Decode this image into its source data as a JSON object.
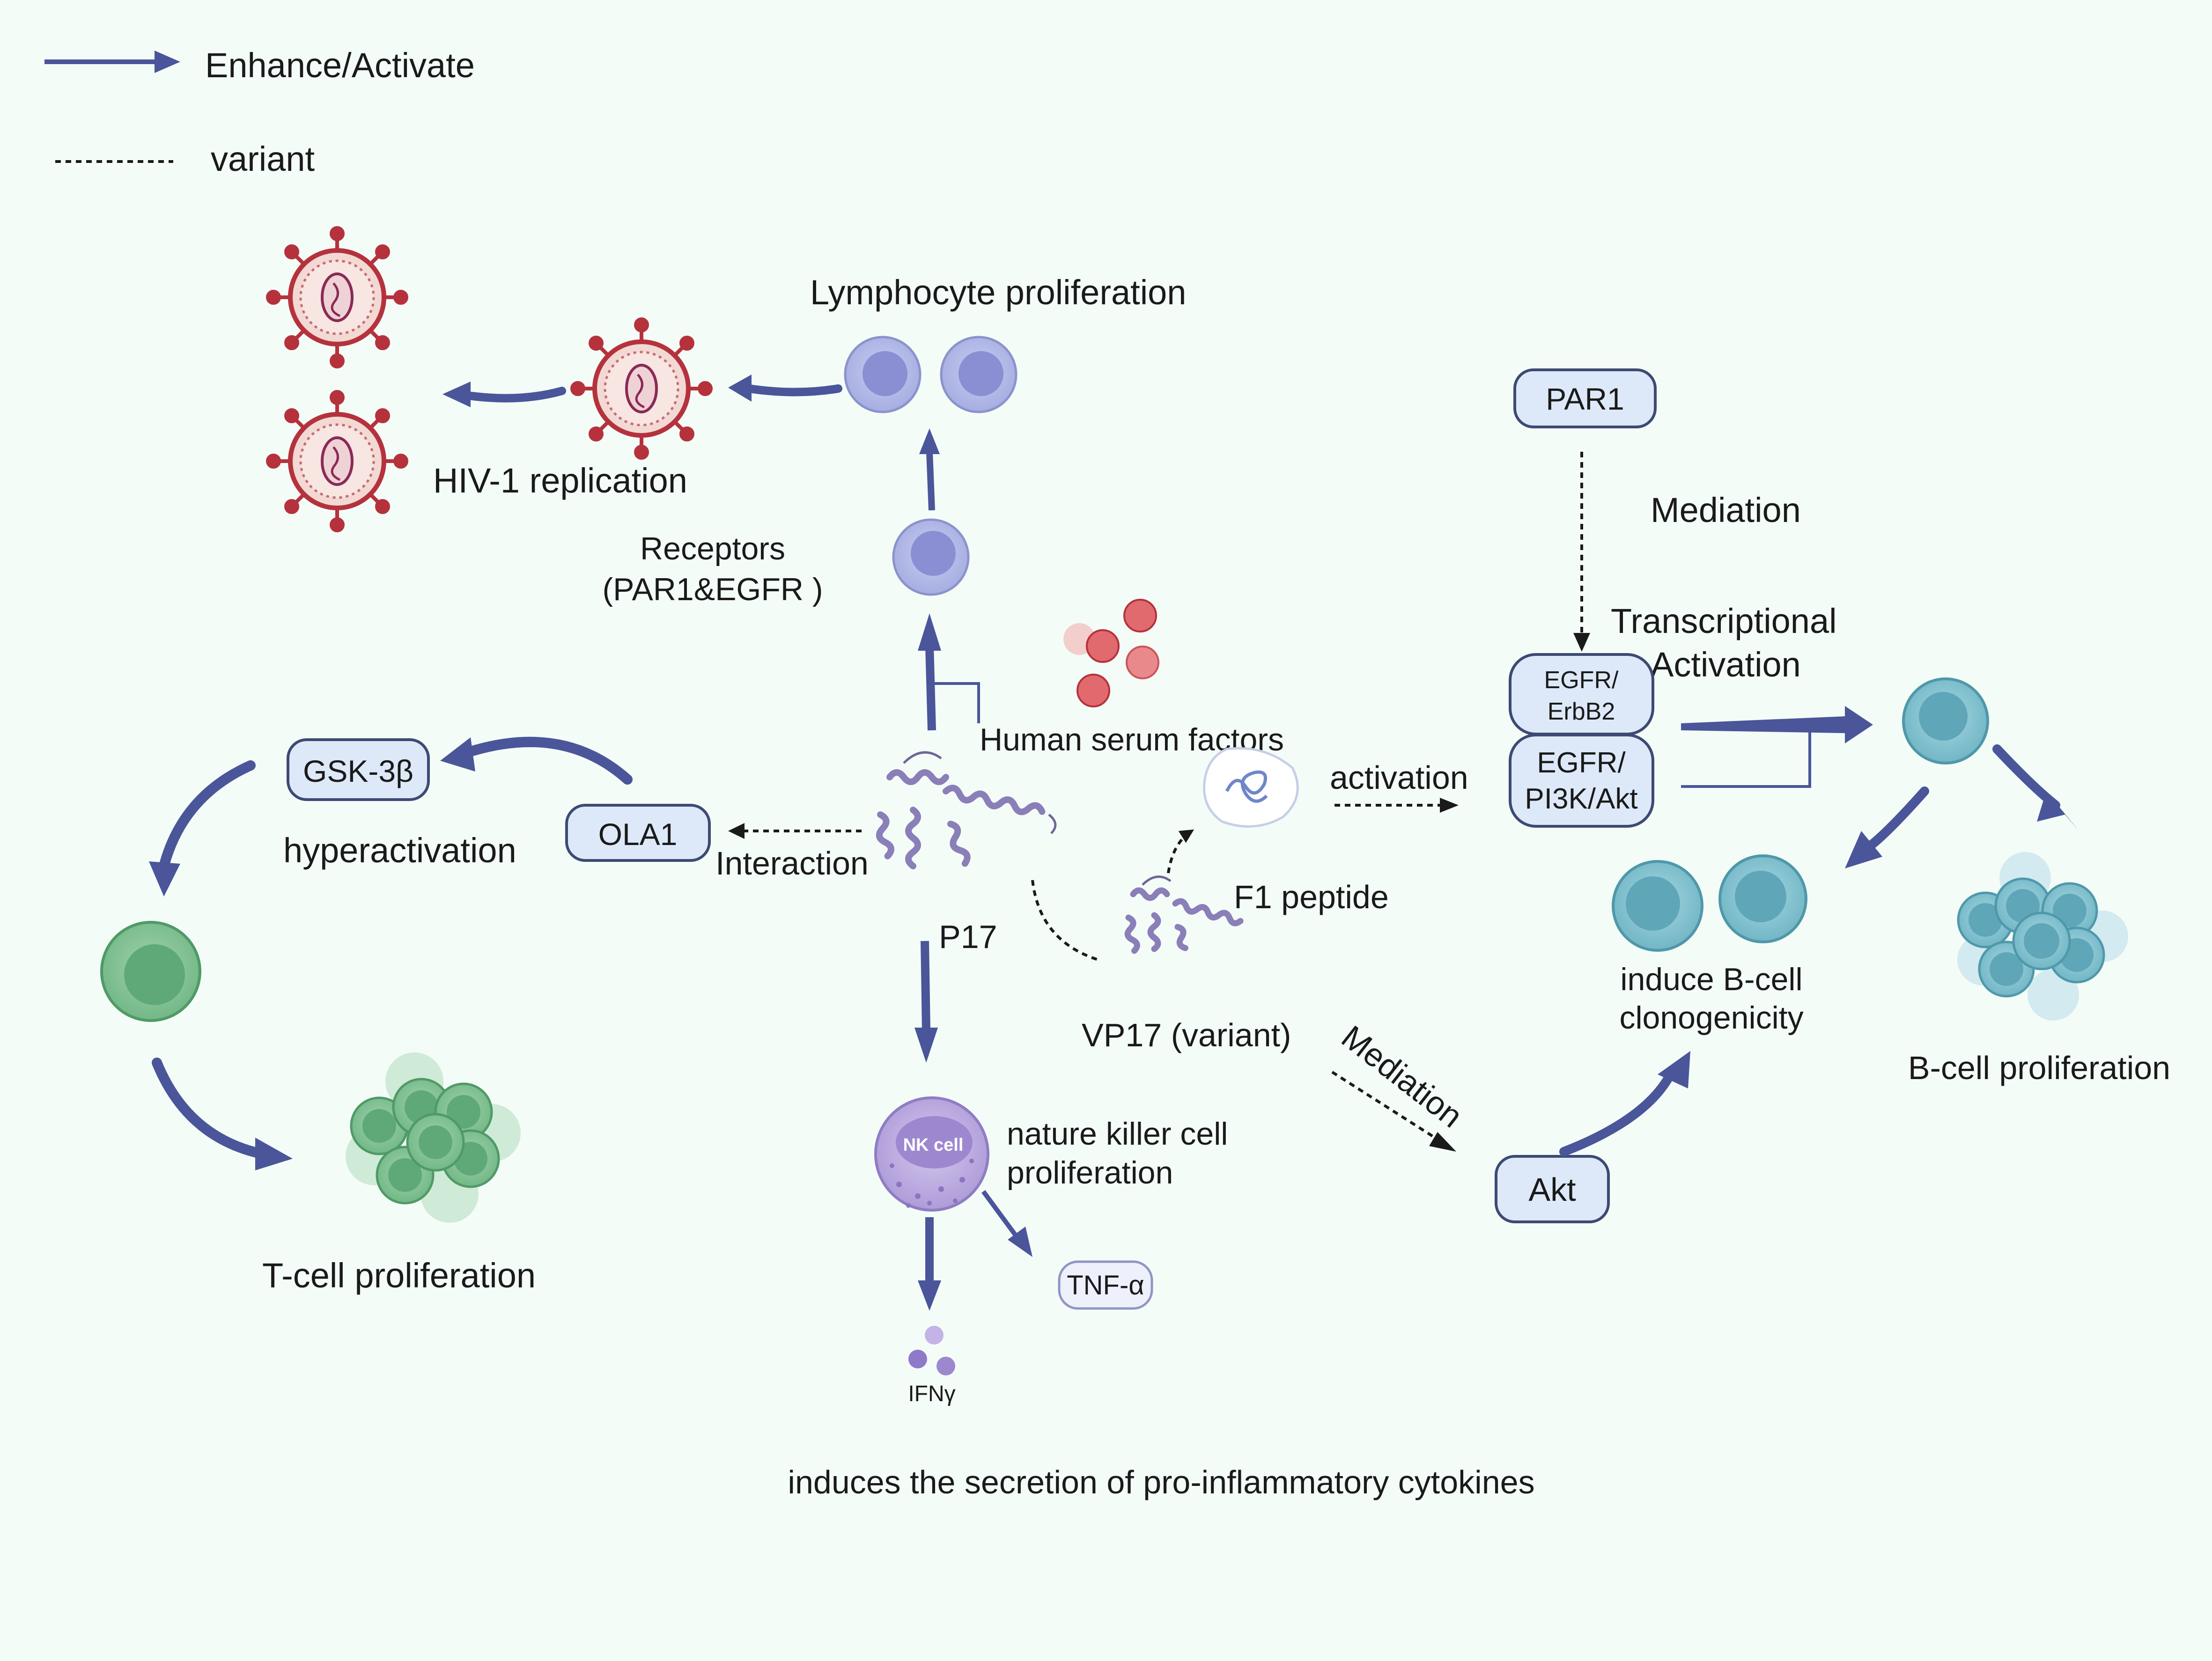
{
  "legend": {
    "enhance_label": "Enhance/Activate",
    "variant_label": "variant"
  },
  "labels": {
    "lymphocyte_proliferation": "Lymphocyte proliferation",
    "hiv_replication": "HIV-1 replication",
    "receptors_line1": "Receptors",
    "receptors_line2": "(PAR1&EGFR )",
    "human_serum_factors": "Human serum factors",
    "hyperactivation": "hyperactivation",
    "interaction": "Interaction",
    "p17": "P17",
    "activation": "activation",
    "f1_peptide": "F1 peptide",
    "vp17_variant": "VP17 (variant)",
    "mediation_top": "Mediation",
    "mediation_diag": "Mediation",
    "transcriptional_line1": "Transcriptional",
    "transcriptional_line2": "Activation",
    "induce_bcell_line1": "induce B-cell",
    "induce_bcell_line2": "clonogenicity",
    "bcell_proliferation": "B-cell proliferation",
    "tcell_proliferation": "T-cell proliferation",
    "nk_line1": "nature killer cell",
    "nk_line2": "proliferation",
    "nk_cell_text": "NK cell",
    "ifn_gamma": "IFNγ",
    "tnf_alpha": "TNF-α",
    "footer": "induces the secretion of pro-inflammatory cytokines"
  },
  "boxes": {
    "gsk3b": "GSK-3β",
    "ola1": "OLA1",
    "par1": "PAR1",
    "egfr_erbb2_line1": "EGFR/",
    "egfr_erbb2_line2": "ErbB2",
    "egfr_pi3k_line1": "EGFR/",
    "egfr_pi3k_line2": "PI3K/Akt",
    "akt": "Akt"
  },
  "colors": {
    "arrow": "#4a5699",
    "box_fill": "#dde9f8",
    "box_stroke": "#3d4a73",
    "hiv_red": "#b5323c",
    "lymph_purple": "#a8b0e0",
    "tcell_green": "#7fbf90",
    "bcell_teal": "#6fb6c6",
    "nk_purple": "#b9a7dc",
    "serum_red": "#e06a6e"
  }
}
